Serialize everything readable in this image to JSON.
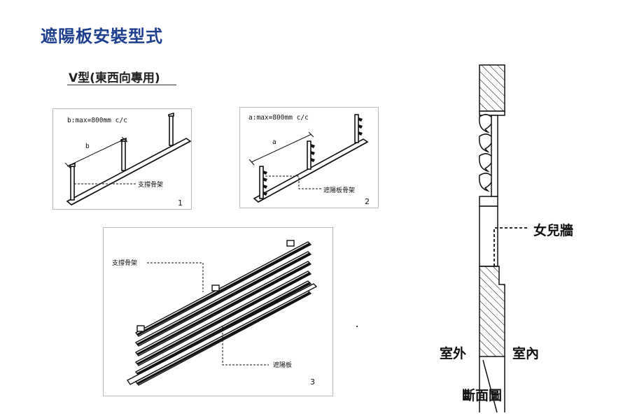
{
  "title": "遮陽板安裝型式",
  "subtitle": "V型(東西向專用)",
  "panel1": {
    "dim_label": "b:max=800mm c/c",
    "dim_letter": "b",
    "callout": "支撐骨架",
    "number": "1"
  },
  "panel2": {
    "dim_label": "a:max=800mm c/c",
    "dim_letter": "a",
    "callout": "遮陽板骨架",
    "number": "2"
  },
  "panel3": {
    "callout_frame": "支撐骨架",
    "callout_louver": "遮陽板",
    "number": "3"
  },
  "section": {
    "parapet": "女兒牆",
    "outdoor": "室外",
    "indoor": "室內",
    "caption": "斷面圖"
  },
  "colors": {
    "title": "#1d3f8f",
    "line": "#111111",
    "frame": "#b9b9b9"
  }
}
